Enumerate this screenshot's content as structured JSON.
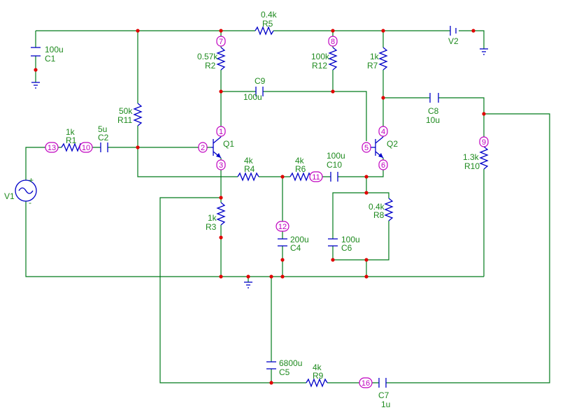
{
  "components": {
    "V1": {
      "name": "V1"
    },
    "V2": {
      "name": "V2"
    },
    "R1": {
      "name": "R1",
      "value": "1k"
    },
    "R2": {
      "name": "R2",
      "value": "0.57k"
    },
    "R3": {
      "name": "R3",
      "value": "1k"
    },
    "R4": {
      "name": "R4",
      "value": "4k"
    },
    "R5": {
      "name": "R5",
      "value": "0.4k"
    },
    "R6": {
      "name": "R6",
      "value": "4k"
    },
    "R7": {
      "name": "R7",
      "value": "1k"
    },
    "R8": {
      "name": "R8",
      "value": "0.4k"
    },
    "R9": {
      "name": "R9",
      "value": "4k"
    },
    "R10": {
      "name": "R10",
      "value": "1.3k"
    },
    "R11": {
      "name": "R11",
      "value": "50k"
    },
    "R12": {
      "name": "R12",
      "value": "100k"
    },
    "C1": {
      "name": "C1",
      "value": "100u"
    },
    "C2": {
      "name": "C2",
      "value": "5u"
    },
    "C4": {
      "name": "C4",
      "value": "200u"
    },
    "C5": {
      "name": "C5",
      "value": "6800u"
    },
    "C6": {
      "name": "C6",
      "value": "100u"
    },
    "C7": {
      "name": "C7",
      "value": "1u"
    },
    "C8": {
      "name": "C8",
      "value": "10u"
    },
    "C9": {
      "name": "C9",
      "value": "100u"
    },
    "C10": {
      "name": "C10",
      "value": "100u"
    },
    "Q1": {
      "name": "Q1"
    },
    "Q2": {
      "name": "Q2"
    }
  },
  "nodes": [
    "1",
    "2",
    "3",
    "4",
    "5",
    "6",
    "7",
    "8",
    "9",
    "10",
    "11",
    "12",
    "13",
    "16"
  ],
  "source_polarity": {
    "plus": "+",
    "minus": "-"
  }
}
